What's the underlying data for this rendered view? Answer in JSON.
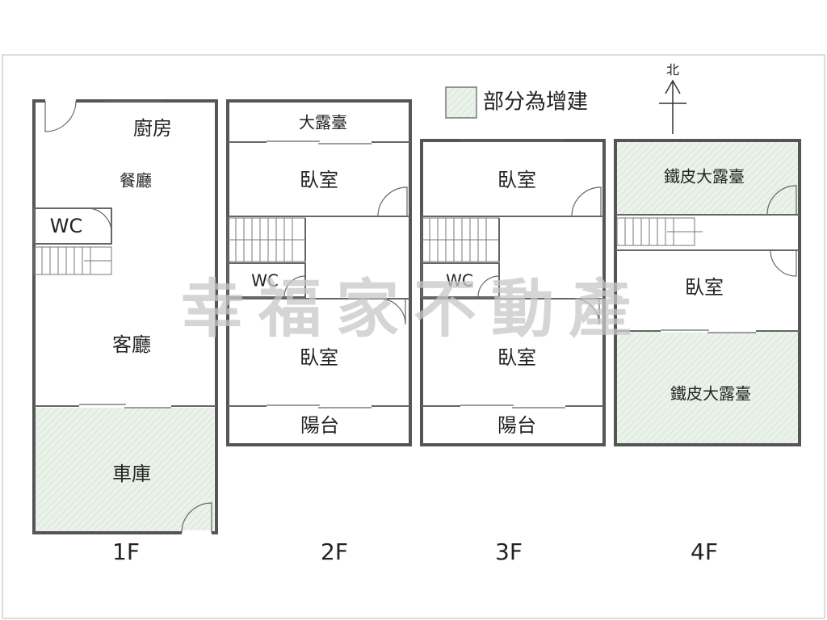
{
  "legend": {
    "label": "部分為增建",
    "fill_color": "#e6f0e6"
  },
  "north": {
    "label": "北"
  },
  "watermark": "幸福家不動產",
  "floors": {
    "f1": {
      "label": "1F",
      "rooms": {
        "kitchen": "廚房",
        "dining": "餐廳",
        "wc": "WC",
        "living": "客廳",
        "garage": "車庫"
      }
    },
    "f2": {
      "label": "2F",
      "rooms": {
        "terrace": "大露臺",
        "bedroom_top": "臥室",
        "wc": "WC",
        "bedroom_bottom": "臥室",
        "balcony": "陽台"
      }
    },
    "f3": {
      "label": "3F",
      "rooms": {
        "bedroom_top": "臥室",
        "wc": "WC",
        "bedroom_bottom": "臥室",
        "balcony": "陽台"
      }
    },
    "f4": {
      "label": "4F",
      "rooms": {
        "iron_terrace_top": "鐵皮大露臺",
        "bedroom": "臥室",
        "iron_terrace_bottom": "鐵皮大露臺"
      }
    }
  }
}
